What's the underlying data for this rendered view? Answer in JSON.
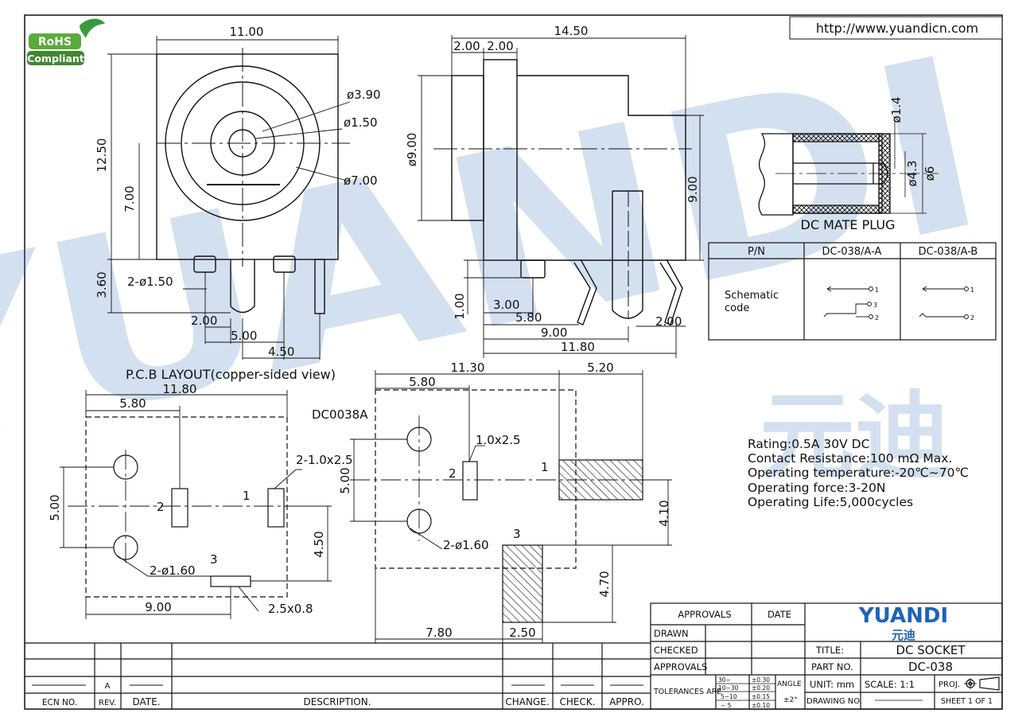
{
  "url": "http://www.yuandicn.com",
  "rohs": {
    "top": "RoHS",
    "bottom": "Compliant"
  },
  "watermark": {
    "latin": "YUANDI",
    "cn": "元迪"
  },
  "front_view": {
    "dim_width": "11.00",
    "dim_height": "12.50",
    "dim_center": "7.00",
    "dim_pin_len": "3.60",
    "dia_inner": "ø3.90",
    "dia_pin": "ø1.50",
    "dia_outer": "ø7.00",
    "pins": "2-ø1.50",
    "d_2": "2.00",
    "d_5": "5.00",
    "d_45": "4.50"
  },
  "side_view": {
    "dim_length": "14.50",
    "d_a": "2.00",
    "d_b": "2.00",
    "dia_body": "ø9.00",
    "dim_height": "9.00",
    "d_100": "1.00",
    "d_300": "3.00",
    "d_580": "5.80",
    "d_900": "9.00",
    "d_1180": "11.80",
    "d_200": "2.00"
  },
  "plug": {
    "label": "DC MATE PLUG",
    "d1": "ø1.4",
    "d2": "ø4.3",
    "d3": "ø6"
  },
  "pn_table": {
    "headers": [
      "P/N",
      "DC-038/A-A",
      "DC-038/A-B"
    ],
    "row_label_1": "Schematic",
    "row_label_2": "code",
    "n1": "1",
    "n2": "2",
    "n3": "3"
  },
  "pcb": {
    "title": "P.C.B LAYOUT(copper-sided view)",
    "d_1180": "11.80",
    "d_580": "5.80",
    "d_500": "5.00",
    "d_450": "4.50",
    "d_900": "9.00",
    "slot": "2-1.0x2.5",
    "holes": "2-ø1.60",
    "pad3": "2.5x0.8",
    "p1": "1",
    "p2": "2",
    "p3": "3"
  },
  "pcb2": {
    "model": "DC0038A",
    "d_1130": "11.30",
    "d_520": "5.20",
    "d_580": "5.80",
    "d_500": "5.00",
    "slot": "1.0x2.5",
    "holes": "2-ø1.60",
    "d_410": "4.10",
    "d_470": "4.70",
    "d_780": "7.80",
    "d_250": "2.50",
    "p1": "1",
    "p2": "2",
    "p3": "3"
  },
  "specs": [
    "Rating:0.5A 30V DC",
    "Contact Resistance:100 mΩ Max.",
    "Operating temperature:-20℃~70℃",
    "Operating force:3-20N",
    "Operating Life:5,000cycles"
  ],
  "title_block": {
    "approvals": "APPROVALS",
    "date": "DATE",
    "drawn": "DRAWN",
    "checked": "CHECKED",
    "approvals2": "APPROVALS",
    "tolerances": "TOLERANCES ARE",
    "tol_r1a": "30~",
    "tol_r1b": "±0.30",
    "tol_r2a": "10~30",
    "tol_r2b": "±0.20",
    "tol_r3a": "5~10",
    "tol_r3b": "±0.15",
    "tol_r4a": "~ 5",
    "tol_r4b": "±0.10",
    "angle": "ANGLE",
    "angle_val": "±2°",
    "logo": "YUANDI",
    "logo_cn": "元迪",
    "title_label": "TITLE:",
    "title_val": "DC SOCKET",
    "part_label": "PART NO.",
    "part_val": "DC-038",
    "unit": "UNIT: mm",
    "scale": "SCALE: 1:1",
    "proj": "PROJ.",
    "drawing_no": "DRAWING NO.",
    "sheet": "SHEET 1 OF 1"
  },
  "rev_table": {
    "rev": "A",
    "headers": [
      "ECN NO.",
      "REV.",
      "DATE.",
      "DESCRIPTION.",
      "CHANGE.",
      "CHECK.",
      "APPRO."
    ]
  }
}
